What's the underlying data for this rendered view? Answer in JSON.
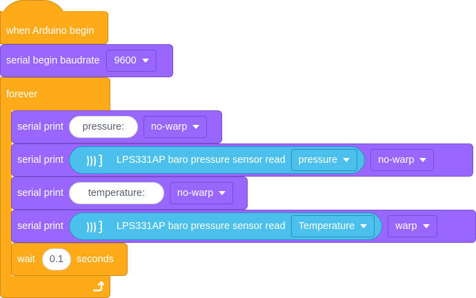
{
  "hat": {
    "label": "when Arduino begin"
  },
  "serial_begin": {
    "label": "serial begin baudrate",
    "baud": "9600"
  },
  "forever": {
    "label": "forever"
  },
  "rows": [
    {
      "label": "serial print",
      "text": "pressure:",
      "mode": "no-warp"
    },
    {
      "label": "serial print",
      "sensor_label": "LPS331AP baro pressure sensor read",
      "reading": "pressure",
      "mode": "no-warp"
    },
    {
      "label": "serial print",
      "text": "temperature:",
      "mode": "no-warp"
    },
    {
      "label": "serial print",
      "sensor_label": "LPS331AP baro pressure sensor read",
      "reading": "Temperature",
      "mode": "warp"
    }
  ],
  "wait": {
    "label": "wait",
    "value": "0.1",
    "unit": "seconds"
  },
  "icons": {
    "loop": "loop-arrow-icon",
    "sensor": "sensor-icon"
  },
  "colors": {
    "events": "#ffab19",
    "control": "#ffab19",
    "serial": "#9966ff",
    "sensor": "#4cc0ec"
  }
}
